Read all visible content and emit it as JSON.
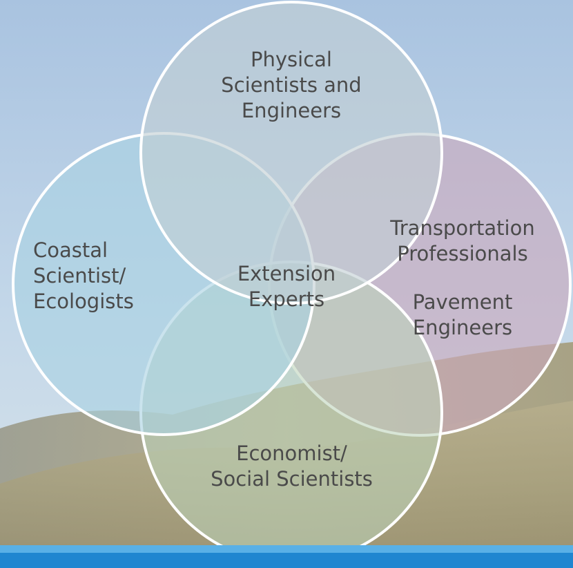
{
  "diagram": {
    "circles": [
      {
        "id": "top",
        "lines": [
          "Physical",
          "Scientists and",
          "Engineers"
        ],
        "fill": "#c2cfd4"
      },
      {
        "id": "left",
        "lines": [
          "Coastal",
          "Scientist/",
          "Ecologists"
        ],
        "fill": "#a9d2e2"
      },
      {
        "id": "right",
        "lines": [
          "Transportation",
          "Professionals"
        ],
        "fill": "#c9a8bb"
      },
      {
        "id": "bottom",
        "lines": [
          "Economist/",
          "Social Scientists"
        ],
        "fill": "#bcd2b8"
      }
    ],
    "center": {
      "lines": [
        "Extension",
        "Experts"
      ]
    },
    "extra_label": {
      "lines": [
        "Pavement",
        "Engineers"
      ]
    },
    "circle_stroke": "#ffffff"
  }
}
